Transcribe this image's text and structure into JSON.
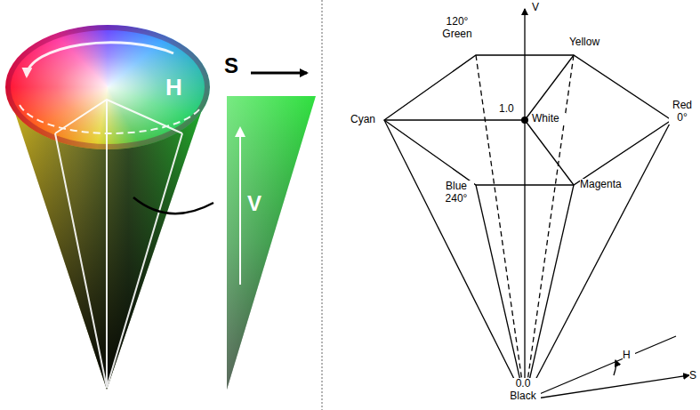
{
  "diagram": {
    "labels": [
      "H",
      "S",
      "V",
      "120° Green",
      "Yellow",
      "V",
      "1.0",
      "White",
      "Cyan",
      "Red 0°",
      "Blue 240°",
      "Magenta",
      "0.0 Black",
      "H",
      "S"
    ]
  }
}
